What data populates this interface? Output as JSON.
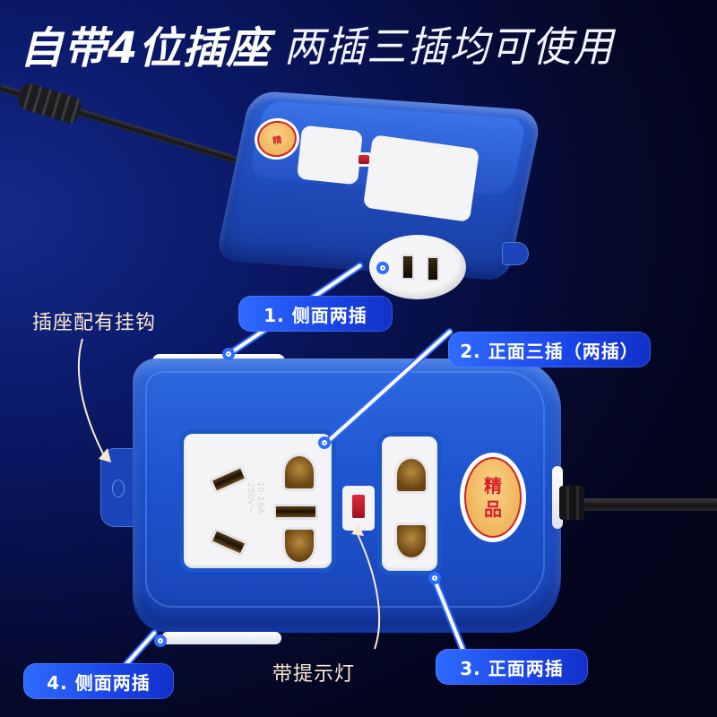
{
  "headline": {
    "bold": "自带4位插座",
    "light": "两插三插均可使用"
  },
  "callouts": [
    {
      "id": 1,
      "label": "1. 侧面两插"
    },
    {
      "id": 2,
      "label": "2. 正面三插（两插）"
    },
    {
      "id": 3,
      "label": "3. 正面两插"
    },
    {
      "id": 4,
      "label": "4. 侧面两插"
    }
  ],
  "notes": {
    "hook": "插座配有挂钩",
    "indicator": "带提示灯"
  },
  "product": {
    "badge_text": [
      "精",
      "品"
    ],
    "rating_text": [
      "10-16A",
      "250V~"
    ],
    "colors": {
      "body": "#1e54d0",
      "accent": "#2f6bff",
      "lamp": "#d3202a",
      "badge": "#e9a747",
      "note_text": "#fde8cf"
    }
  }
}
